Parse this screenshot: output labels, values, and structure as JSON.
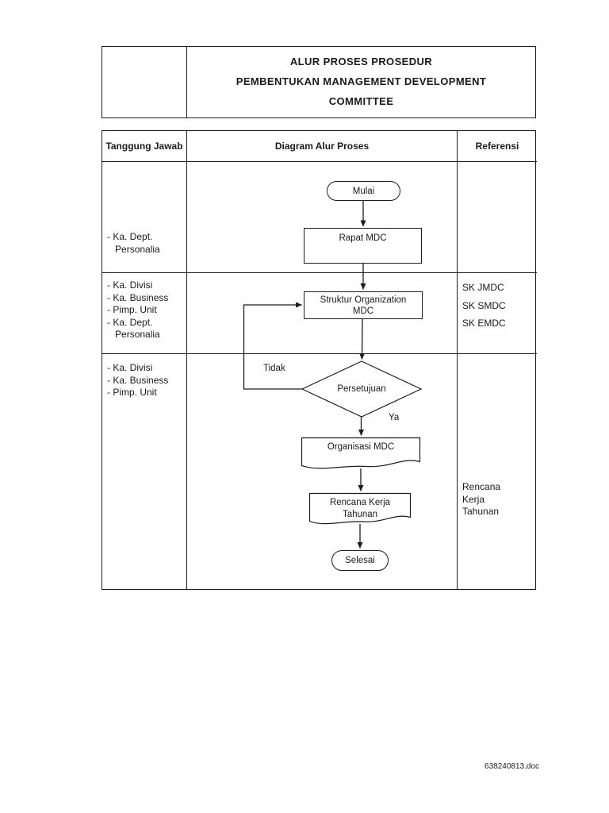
{
  "document": {
    "header": {
      "title_lines": [
        "ALUR PROSES PROSEDUR",
        "PEMBENTUKAN MANAGEMENT DEVELOPMENT",
        "COMMITTEE"
      ]
    },
    "table": {
      "columns": [
        "Tanggung Jawab",
        "Diagram Alur Proses",
        "Referensi"
      ],
      "rows": [
        {
          "tanggung_jawab": [
            "- Ka. Dept.",
            "   Personalia"
          ],
          "referensi": []
        },
        {
          "tanggung_jawab": [
            "- Ka. Divisi",
            "- Ka. Business",
            "- Pimp. Unit",
            "- Ka. Dept.",
            "   Personalia"
          ],
          "referensi": [
            "SK JMDC",
            "SK SMDC",
            "SK EMDC"
          ]
        },
        {
          "tanggung_jawab": [
            "- Ka. Divisi",
            "- Ka. Business",
            "- Pimp. Unit"
          ],
          "referensi": [
            "Rencana",
            "Kerja",
            "Tahunan"
          ]
        }
      ]
    },
    "flowchart": {
      "start": "Mulai",
      "step_rapat": "Rapat MDC",
      "step_struktur": [
        "Struktur Organization",
        "MDC"
      ],
      "decision": "Persetujuan",
      "label_no": "Tidak",
      "label_yes": "Ya",
      "doc_organisasi": "Organisasi MDC",
      "doc_rencana": [
        "Rencana Kerja",
        "Tahunan"
      ],
      "end": "Selesai"
    },
    "footer": {
      "filename": "638240813.doc"
    }
  }
}
